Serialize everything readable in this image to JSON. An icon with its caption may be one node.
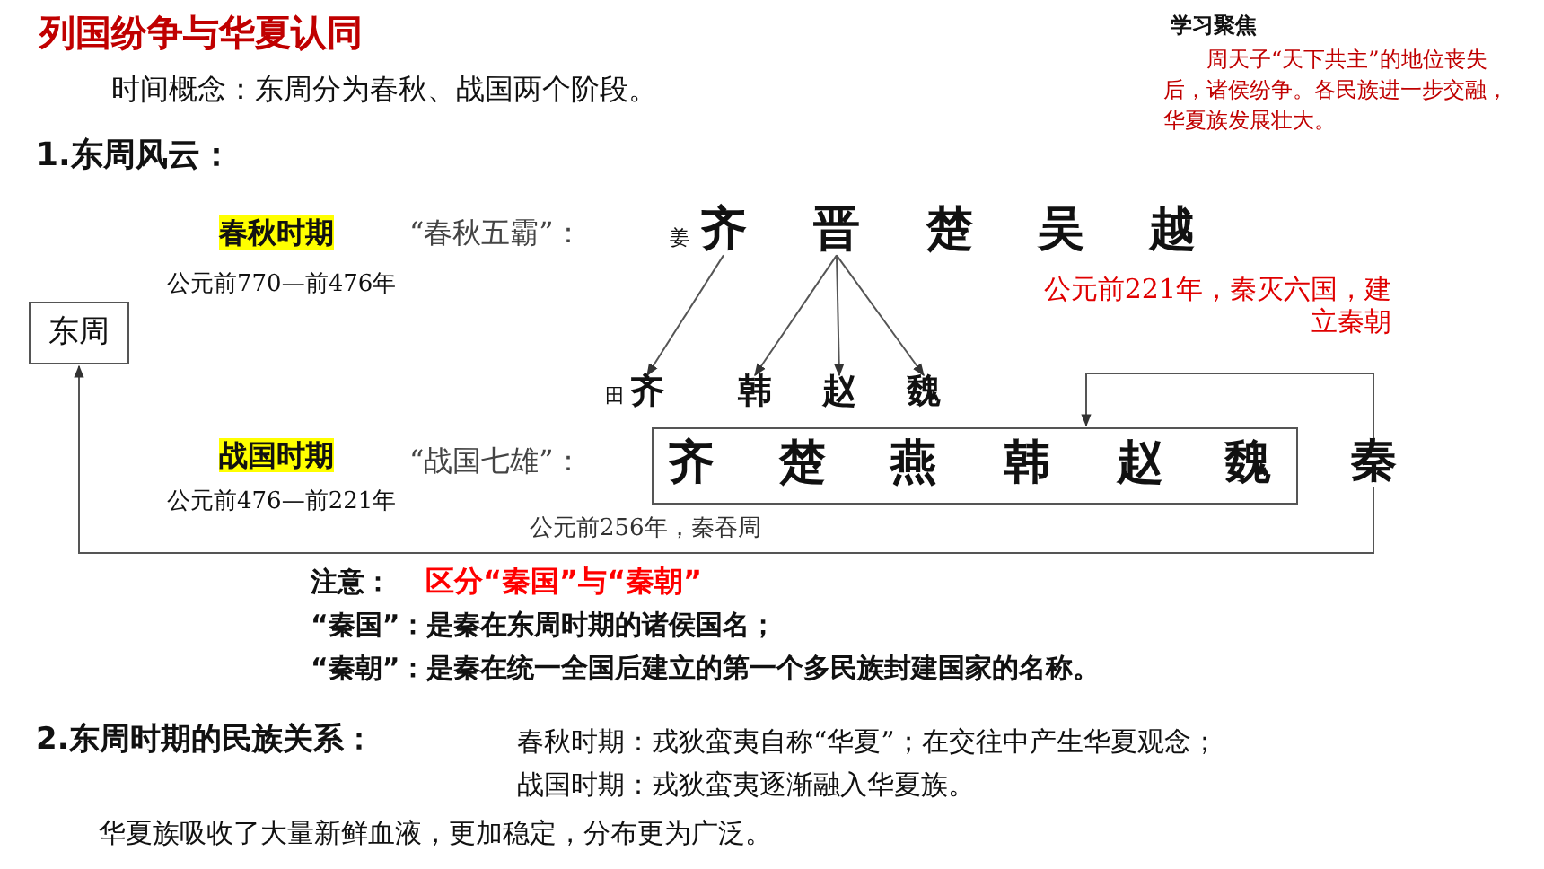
{
  "diagram": {
    "title": "列国纷争与华夏认同",
    "nodes": [
      {
        "text": [
          "东周"
        ]
      },
      {
        "text": [
          "齐"
        ],
        "beside": [
          "姜"
        ]
      },
      {
        "text": [
          "晋"
        ]
      },
      {
        "text": [
          "楚"
        ]
      },
      {
        "text": [
          "吴"
        ]
      },
      {
        "text": [
          "越"
        ]
      },
      {
        "text": [
          "齐"
        ],
        "beside": [
          "田"
        ]
      },
      {
        "text": [
          "韩"
        ]
      },
      {
        "text": [
          "赵"
        ]
      },
      {
        "text": [
          "魏"
        ]
      },
      {
        "text": [],
        "shape": "box"
      },
      {
        "text": [
          "齐"
        ],
        "in": 10
      },
      {
        "text": [
          "楚"
        ],
        "in": 10
      },
      {
        "text": [
          "燕"
        ],
        "in": 10
      },
      {
        "text": [
          "韩"
        ],
        "in": 10
      },
      {
        "text": [
          "赵"
        ],
        "in": 10
      },
      {
        "text": [
          "魏"
        ],
        "in": 10
      },
      {
        "text": [
          "秦"
        ]
      }
    ],
    "edges": [
      {
        "from": 1,
        "to": 6,
        "arrow": "to"
      },
      {
        "from": 2,
        "to": 7,
        "arrow": "to"
      },
      {
        "from": 2,
        "to": 8,
        "arrow": "to"
      },
      {
        "from": 2,
        "to": 9,
        "arrow": "to"
      },
      {
        "from": 17,
        "to": 10,
        "arrow": "to",
        "label": "公元前221年，秦灭六国，建立秦朝"
      },
      {
        "from": 17,
        "to": 0,
        "arrow": "to",
        "label": "公元前256年，秦吞周"
      }
    ],
    "labels": [
      "时间概念：东周分为春秋、战国两个阶段。",
      "1.东周风云：",
      "学习聚焦",
      "周天子“天下共主”的地位丧失后，诸侯纷争。各民族进一步交融，华夏族发展壮大。",
      "春秋时期",
      "“春秋五霸”：",
      "公元前770—前476年",
      "战国时期",
      "“战国七雄”：",
      "公元前476—前221年",
      "注意：",
      "区分“秦国”与“秦朝”",
      "“秦国”：是秦在东周时期的诸侯国名；",
      "“秦朝”：是秦在统一全国后建立的第一个多民族封建国家的名称。",
      "2.东周时期的民族关系：",
      "春秋时期：戎狄蛮夷自称“华夏”；在交往中产生华夏观念；",
      "战国时期：戎狄蛮夷逐渐融入华夏族。",
      "华夏族吸收了大量新鲜血液，更加稳定，分布更为广泛。"
    ]
  }
}
